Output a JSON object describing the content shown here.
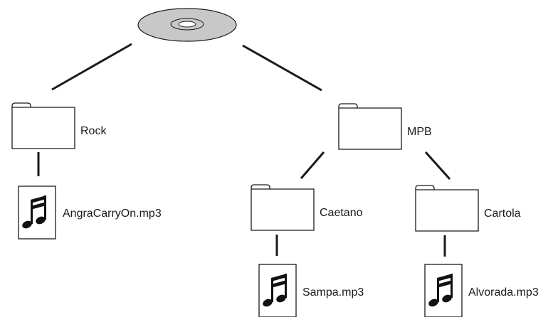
{
  "tree": {
    "root": {
      "icon": "cd-disc-icon"
    },
    "folders": {
      "rock": {
        "label": "Rock",
        "icon": "folder-icon"
      },
      "mpb": {
        "label": "MPB",
        "icon": "folder-icon"
      },
      "caetano": {
        "label": "Caetano",
        "icon": "folder-icon"
      },
      "cartola": {
        "label": "Cartola",
        "icon": "folder-icon"
      }
    },
    "files": {
      "angra": {
        "label": "AngraCarryOn.mp3",
        "icon": "music-note-icon"
      },
      "sampa": {
        "label": "Sampa.mp3",
        "icon": "music-note-icon"
      },
      "alvorada": {
        "label": "Alvorada.mp3",
        "icon": "music-note-icon"
      }
    }
  },
  "colors": {
    "disc": "#c8c8c8",
    "stroke": "#1a1a1a",
    "background": "#ffffff"
  }
}
